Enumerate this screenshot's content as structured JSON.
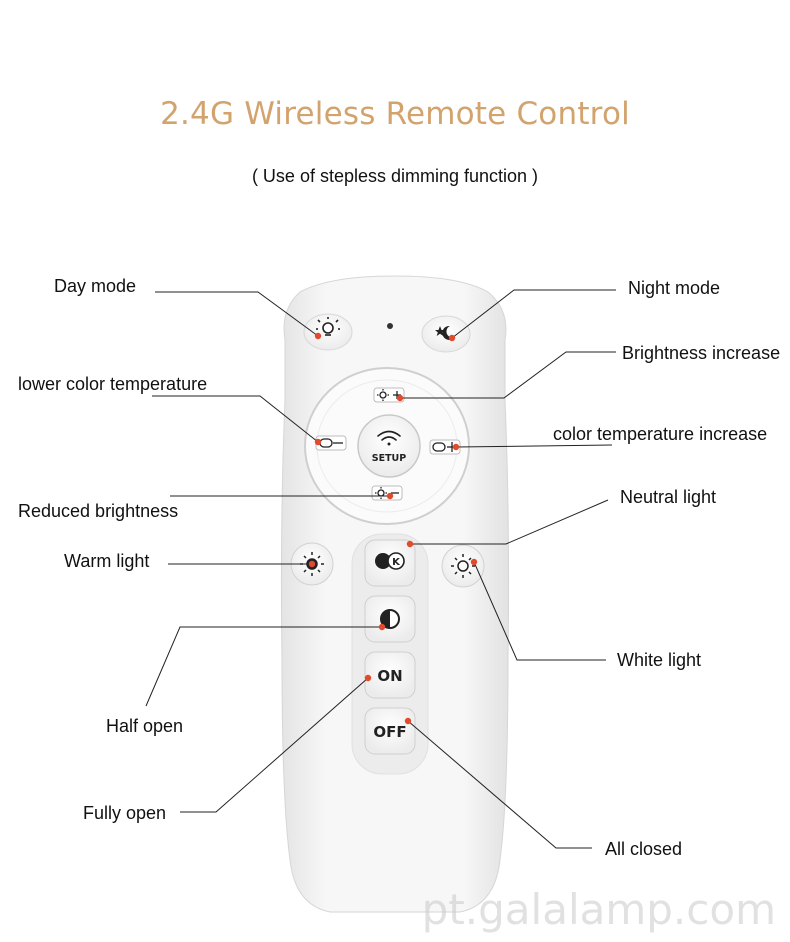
{
  "title": "2.4G Wireless Remote Control",
  "subtitle": "( Use of stepless dimming function )",
  "labels": {
    "day_mode": "Day mode",
    "night_mode": "Night mode",
    "brightness_increase": "Brightness increase",
    "lower_color_temperature": "lower color temperature",
    "color_temperature_increase": "color temperature increase",
    "reduced_brightness": "Reduced brightness",
    "neutral_light": "Neutral light",
    "warm_light": "Warm light",
    "white_light": "White light",
    "half_open": "Half open",
    "fully_open": "Fully open",
    "all_closed": "All closed"
  },
  "buttons": {
    "setup": "SETUP",
    "on": "ON",
    "off": "OFF",
    "neutral_k": "K"
  },
  "colors": {
    "title": "#d3a36e",
    "marker": "#e24a2e",
    "remote_body": "#f4f4f4"
  },
  "watermark": "pt.galalamp.com"
}
